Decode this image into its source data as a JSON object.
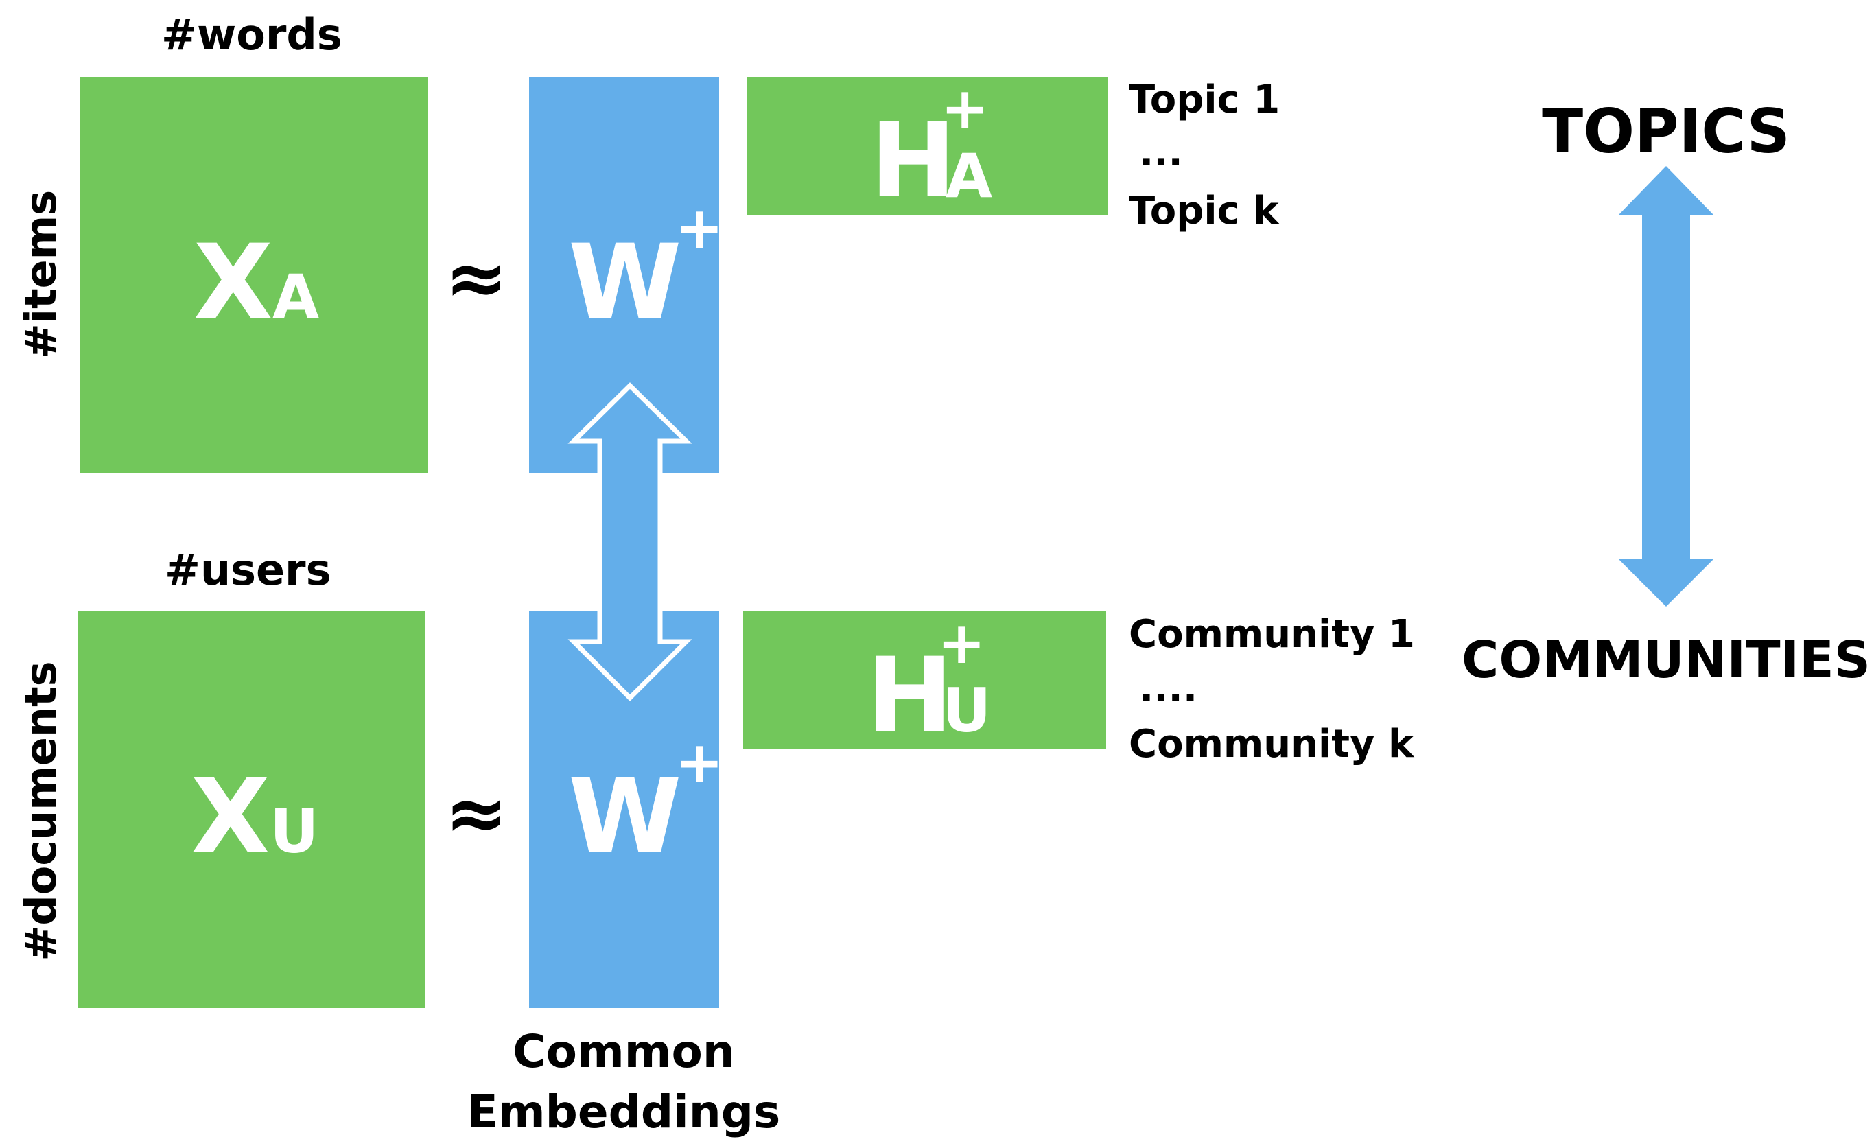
{
  "top": {
    "col_label": "#words",
    "row_label": "#items",
    "matrix_x": {
      "main": "X",
      "sub": "A"
    },
    "approx": "≈",
    "matrix_w": {
      "main": "W",
      "sup": "+"
    },
    "matrix_h": {
      "main": "H",
      "sub": "A",
      "sup": "+"
    },
    "list": [
      "Topic 1",
      "...",
      "Topic k"
    ]
  },
  "bottom": {
    "col_label": "#users",
    "row_label": "#documents",
    "matrix_x": {
      "main": "X",
      "sub": "U"
    },
    "approx": "≈",
    "matrix_w": {
      "main": "W",
      "sup": "+"
    },
    "matrix_h": {
      "main": "H",
      "sub": "U",
      "sup": "+"
    },
    "list": [
      "Community 1",
      "....",
      "Community k"
    ]
  },
  "common_embeddings": [
    "Common",
    "Embeddings"
  ],
  "topics_label": "TOPICS",
  "communities_label": "COMMUNITIES",
  "colors": {
    "green": "#72c75b",
    "blue": "#63aeea",
    "text": "#000000"
  }
}
